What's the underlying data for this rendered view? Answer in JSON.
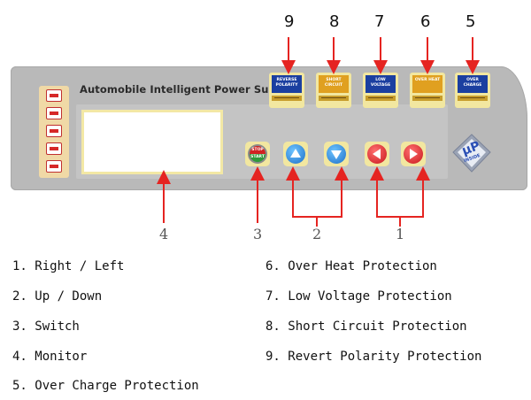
{
  "panel": {
    "title": "Automobile Intelligent Power Supply",
    "indicators": [
      {
        "label": "REVERSE POLARITY",
        "sub": "PROTECTION",
        "color": "#1b3fa0"
      },
      {
        "label": "SHORT CIRCUIT",
        "sub": "PROTECTION",
        "color": "#e0a020"
      },
      {
        "label": "LOW VOLTAGE",
        "sub": "PROTECTION",
        "color": "#1b3fa0"
      },
      {
        "label": "OVER HEAT",
        "sub": "PROTECTION",
        "color": "#e0a020"
      },
      {
        "label": "OVER CHARGE",
        "sub": "PROTECTION",
        "color": "#1b3fa0"
      }
    ],
    "stop_start": {
      "top": "STOP",
      "bottom": "START"
    },
    "logo": {
      "text_main": "μP",
      "text_sub": "INSIDE"
    }
  },
  "top_numbers": [
    "9",
    "8",
    "7",
    "6",
    "5"
  ],
  "bottom_numbers": [
    "4",
    "3",
    "2",
    "1"
  ],
  "legend_left": [
    "1. Right / Left",
    "2. Up / Down",
    "3. Switch",
    "4. Monitor",
    "5. Over Charge Protection"
  ],
  "legend_right": [
    "6. Over Heat Protection",
    "7. Low Voltage Protection",
    "8. Short Circuit Protection",
    "9. Revert Polarity Protection"
  ],
  "colors": {
    "arrow": "#e52421",
    "panel": "#b9b9b9",
    "frame": "#f2e7a0"
  }
}
